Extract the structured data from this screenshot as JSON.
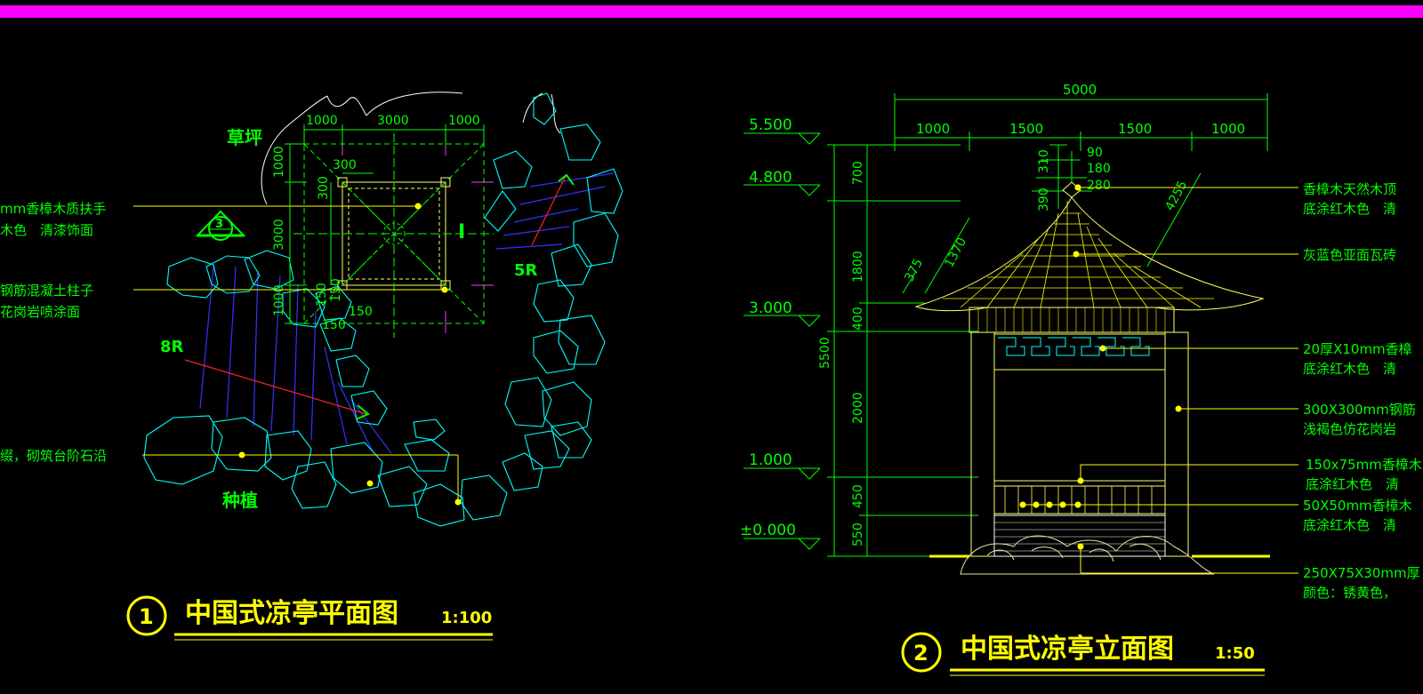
{
  "colors": {
    "background": "#000000",
    "border_bar": "#ff00ff",
    "dimension": "#00ff00",
    "label": "#00ff00",
    "rock": "#00ffff",
    "leader": "#ffff00",
    "title": "#ffff00",
    "structure": "#ffff66",
    "hatch": "#ffff00",
    "stream_lines": "#3333ff",
    "section_red": "#ff2222",
    "marker_pink": "#ff33ff"
  },
  "plan": {
    "title_num": "1",
    "title": "中国式凉亭平面图",
    "scale": "1:100",
    "labels": {
      "lawn": "草坪",
      "planting": "种植",
      "radius_8r": "8R",
      "radius_5r": "5R",
      "section_mark": "3",
      "section_letter": "I"
    },
    "top_dims": [
      "1000",
      "3000",
      "1000"
    ],
    "left_dims": [
      "1000",
      "3000",
      "1000"
    ],
    "inner_dims": [
      "300",
      "300",
      "150",
      "150",
      "150",
      "150"
    ],
    "notes": [
      "mm香樟木质扶手",
      "木色　清漆饰面",
      "钢筋混凝土柱子",
      "花岗岩喷涂面",
      "缀，砌筑台阶石沿"
    ]
  },
  "elevation": {
    "title_num": "2",
    "title": "中国式凉亭立面图",
    "scale": "1:50",
    "levels": [
      "5.500",
      "4.800",
      "3.000",
      "1.000",
      "±0.000"
    ],
    "top_total": "5000",
    "top_dims": [
      "1000",
      "1500",
      "1500",
      "1000"
    ],
    "left_dims": [
      "700",
      "1800",
      "400",
      "5500",
      "2000",
      "450",
      "550"
    ],
    "roof_dims": [
      "90",
      "180",
      "280",
      "310",
      "390",
      "1370",
      "375",
      "4255"
    ],
    "notes": [
      "香樟木天然木顶",
      "底涂红木色　清",
      "灰蓝色亚面瓦砖",
      "20厚X10mm香樟",
      "底涂红木色　清",
      "300X300mm钢筋",
      "浅褐色仿花岗岩",
      "150x75mm香樟木",
      "底涂红木色　清",
      "50X50mm香樟木",
      "底涂红木色　清",
      "250X75X30mm厚",
      "颜色：锈黄色，"
    ]
  }
}
